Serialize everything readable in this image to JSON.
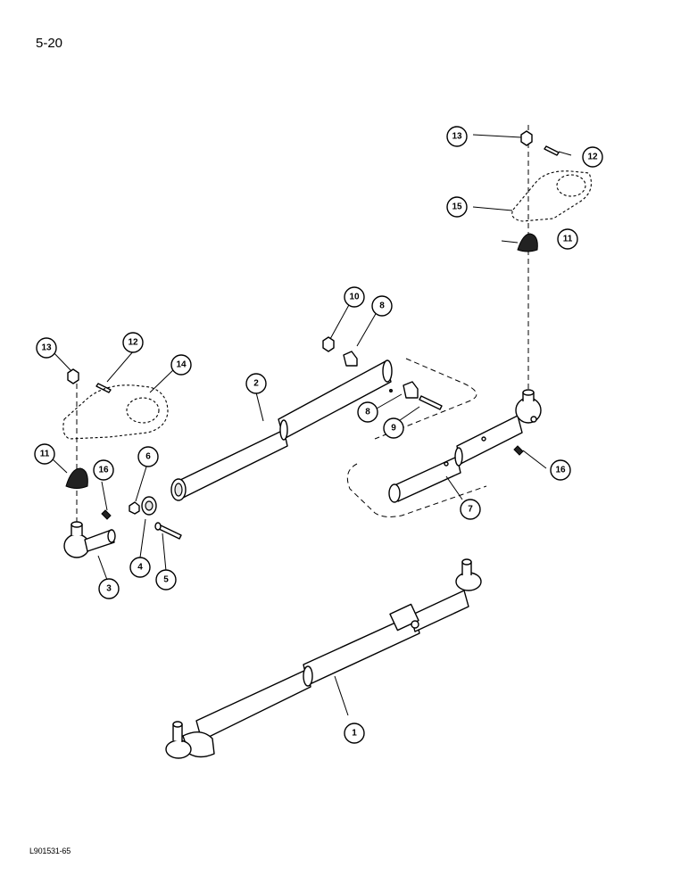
{
  "page": {
    "page_number": "5-20",
    "drawing_code": "L901531-65"
  },
  "callouts": [
    {
      "id": "c1",
      "label": "1"
    },
    {
      "id": "c2",
      "label": "2"
    },
    {
      "id": "c3",
      "label": "3"
    },
    {
      "id": "c4",
      "label": "4"
    },
    {
      "id": "c5",
      "label": "5"
    },
    {
      "id": "c6",
      "label": "6"
    },
    {
      "id": "c7",
      "label": "7"
    },
    {
      "id": "c8a",
      "label": "8"
    },
    {
      "id": "c8b",
      "label": "8"
    },
    {
      "id": "c9",
      "label": "9"
    },
    {
      "id": "c10",
      "label": "10"
    },
    {
      "id": "c11a",
      "label": "11"
    },
    {
      "id": "c11b",
      "label": "11"
    },
    {
      "id": "c12a",
      "label": "12"
    },
    {
      "id": "c12b",
      "label": "12"
    },
    {
      "id": "c13a",
      "label": "13"
    },
    {
      "id": "c13b",
      "label": "13"
    },
    {
      "id": "c14",
      "label": "14"
    },
    {
      "id": "c15",
      "label": "15"
    },
    {
      "id": "c16a",
      "label": "16"
    },
    {
      "id": "c16b",
      "label": "16"
    }
  ]
}
